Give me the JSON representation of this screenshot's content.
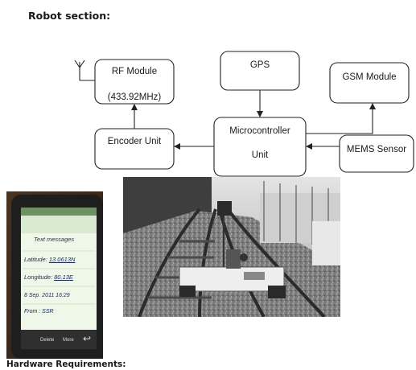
{
  "headings": {
    "robot_section": "Robot section:",
    "hardware_requirements": "Hardware Requirements:"
  },
  "diagram": {
    "rf_module_line1": "RF Module",
    "rf_module_line2": "(433.92MHz)",
    "gps": "GPS",
    "gsm_module": "GSM Module",
    "encoder_unit": "Encoder Unit",
    "microcontroller_line1": "Microcontroller",
    "microcontroller_line2": "Unit",
    "mems_sensor": "MEMS Sensor",
    "connections": [
      {
        "from": "gps",
        "to": "microcontroller"
      },
      {
        "from": "mems_sensor",
        "to": "microcontroller"
      },
      {
        "from": "microcontroller",
        "to": "gsm_module"
      },
      {
        "from": "microcontroller",
        "to": "encoder_unit"
      },
      {
        "from": "encoder_unit",
        "to": "rf_module"
      }
    ]
  },
  "phone": {
    "header": "Text messages",
    "latitude_label": "Latitude:",
    "latitude_value": "13.0613N",
    "longitude_label": "Longitude:",
    "longitude_value": "80.13E",
    "datetime": "8 Sep. 2011 16:29",
    "from": "From : SSR",
    "btn_delete": "Delete",
    "btn_more": "More"
  },
  "icons": {
    "antenna": "antenna-icon",
    "phone_back": "back-arrow-icon"
  }
}
